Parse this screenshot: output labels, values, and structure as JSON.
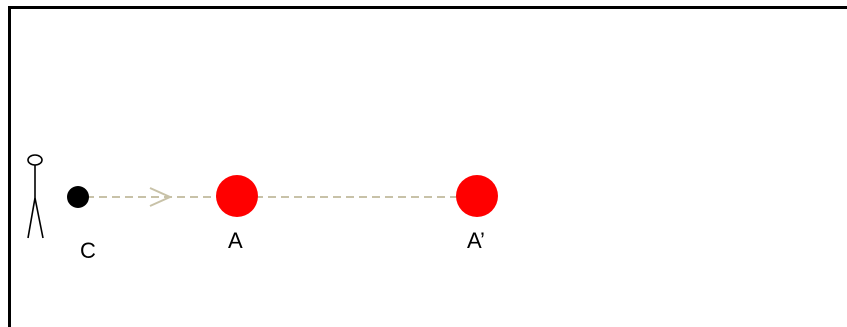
{
  "labels": {
    "c": "C",
    "a": "A",
    "a_prime": "A’"
  },
  "colors": {
    "frame": "#000000",
    "observer_point": "#000000",
    "object_point": "#ff0000",
    "sight_line": "#c8c2a8"
  },
  "icons": {
    "observer": "stick-figure-icon",
    "arrow": "arrowhead-icon"
  }
}
